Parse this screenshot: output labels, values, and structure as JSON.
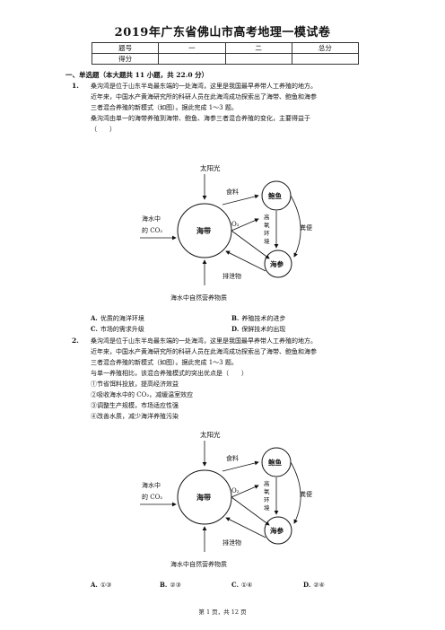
{
  "doc": {
    "title": "2019年广东省佛山市高考地理一模试卷",
    "score_table": {
      "row1": [
        "题号",
        "一",
        "二",
        "总分"
      ],
      "row2": [
        "得分",
        "",
        "",
        ""
      ]
    },
    "section": "一、单选题（本大题共 11 小题，共 22.0 分）"
  },
  "q1": {
    "num": "1.",
    "lines": [
      "桑沟湾是位于山东半岛最东端的一处海湾，这里是我国最早养带人工养殖的地方。",
      "近年来，中国水产黄海研究所的科研人员在此海湾成功探索出了海带、鲍鱼和海参",
      "三者混合养殖的新模式（如图）。据此完成 1～3 题。",
      "桑沟湾由单一的海带养殖到海带、鲍鱼、海参三者混合养殖的变化，主要得益于",
      "（　　）"
    ],
    "options": [
      {
        "letter": "A.",
        "text": "优质的海洋环境"
      },
      {
        "letter": "B.",
        "text": "养殖技术的进步"
      },
      {
        "letter": "C.",
        "text": "市场的需求升级"
      },
      {
        "letter": "D.",
        "text": "保鲜技术的出现"
      }
    ]
  },
  "q2": {
    "num": "2.",
    "lines": [
      "桑沟湾是位于山东半岛最东端的一处海湾，这里是我国最早养带人工养殖的地方。",
      "近年来，中国水产黄海研究所的科研人员在此海湾成功探索出了海带、鲍鱼和海参",
      "三者混合养殖的新模式（如图）。据此完成 1～3 题。",
      "与单一养殖相比，该混合养殖模式的突出优点是（　　）",
      "①节省饵料投放，提高经济效益",
      "②吸收海水中的 CO₂，减缓温室效应",
      "③调整生产规模，市场适应性强",
      "④改善水质，减少海洋养殖污染"
    ],
    "options": [
      {
        "letter": "A.",
        "text": "①③"
      },
      {
        "letter": "B.",
        "text": "②③"
      },
      {
        "letter": "C.",
        "text": "①④"
      },
      {
        "letter": "D.",
        "text": "②④"
      }
    ]
  },
  "diagram": {
    "sunlight": "太阳光",
    "seawater_co2_line1": "海水中",
    "seawater_co2_line2": "的 CO₂",
    "kelp": "海带",
    "feed": "食料",
    "o2": "O₂",
    "abalone": "鲍鱼",
    "high_oxygen": [
      "高",
      "氧",
      "环",
      "境"
    ],
    "feces": "粪便",
    "sea_cucumber": "海参",
    "excreta": "排泄物",
    "nutrients": "海水中自然营养物质"
  },
  "footer": "第 1 页，共 12 页"
}
